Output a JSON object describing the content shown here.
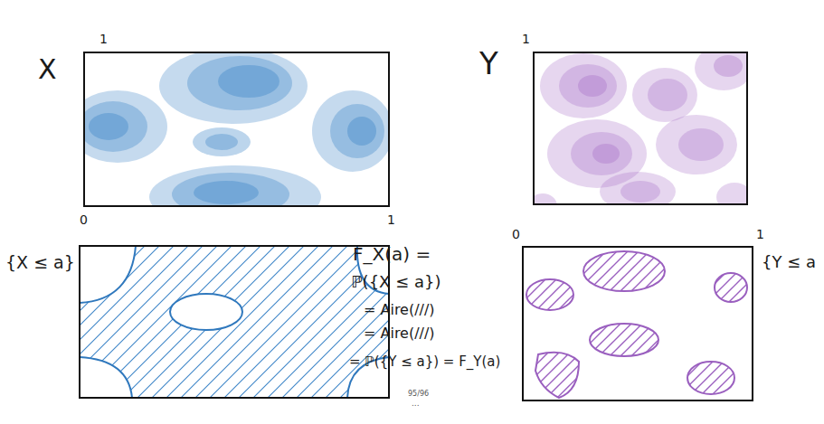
{
  "diagram": {
    "labels": [
      "X",
      "1",
      "0",
      "1",
      "Y",
      "1",
      "0",
      "1",
      "{X ≤ a}",
      "F_X(a) =",
      "ℙ({X ≤ a})",
      "= Aire(///)",
      "= Aire(///)",
      "= ℙ({Y ≤ a}) = F_Y(a)",
      "{Y ≤ a",
      "95/96",
      "..."
    ]
  }
}
